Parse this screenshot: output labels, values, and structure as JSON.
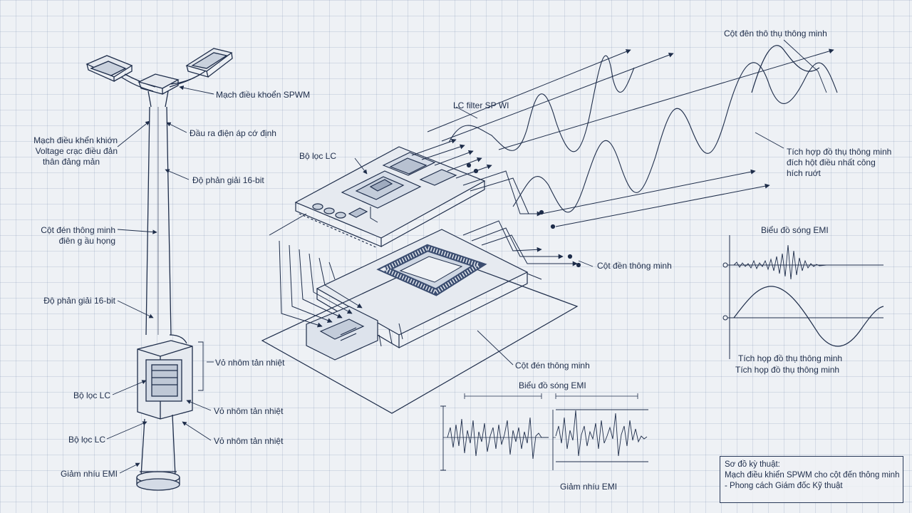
{
  "pole_labels": {
    "spwm_top": "Mạch điều khoển SPWM",
    "output_voltage": "Đầu ra điện áp cớ định",
    "left_block_line1": "Mạch điều khển khiớn",
    "left_block_line2": "Voltage crạc điều đản",
    "left_block_line3": "thân đảng mản",
    "resolution_upper": "Độ phản giải 16-bit",
    "pole_line1": "Cột đén  thông minh",
    "pole_line2": "điên g ầu họng",
    "resolution_lower": "Độ phản giải 16-bit",
    "heatsink_1": "Vỏ nhôm tản nhiệt",
    "lc_filter_1": "Bộ lọc LC",
    "heatsink_2": "Vỏ nhôm tản nhiệt",
    "lc_filter_2": "Bộ lọc LC",
    "heatsink_3": "Vỏ nhôm tản nhiệt",
    "emi_reduce": "Giảm nhíu EMI"
  },
  "board_labels": {
    "lc_filter_spwi": "LC filter SP WI",
    "lc_filter": "Bộ lọc LC",
    "smart_pole_right": "Cột đền thông minh",
    "smart_pole_bottom": "Cột đén thông minh"
  },
  "wave_labels": {
    "top_right": "Cột đên thô thụ thông minh",
    "integration_line1": "Tích hợp đồ thụ thông minh",
    "integration_line2": "đích hột điều nhất công",
    "integration_line3": "hích ruớt"
  },
  "emi_chart_right": {
    "title": "Biểu đồ sóng EMI",
    "caption_line1": "Tích họp đồ thụ thông minh",
    "caption_line2": "Tích họp đồ thụ thông minh"
  },
  "emi_chart_bottom": {
    "title": "Biểu đồ sóng EMI",
    "caption": "Giảm nhíu EMI"
  },
  "title_block": {
    "line1": "Sơ đồ kỳ thuật:",
    "line2": "Mạch điều khiển SPWM cho cột đến thông minh",
    "line3": "- Phong cách Giám đốc Kỹ thuật"
  },
  "colors": {
    "ink": "#1e2d4a",
    "grid": "#b8c4d6",
    "paper": "#eef1f5"
  }
}
